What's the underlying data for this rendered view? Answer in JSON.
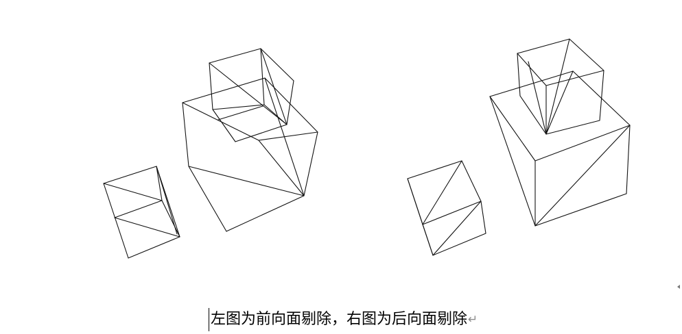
{
  "document": {
    "caption": "左图为前向面剔除，右图为后向面剔除",
    "paragraph_mark": "↵"
  },
  "figures": [
    {
      "id": "front-face-culling",
      "edges": [
        [
          305,
          92,
          380,
          71
        ],
        [
          305,
          92,
          310,
          160
        ],
        [
          380,
          71,
          385,
          153
        ],
        [
          380,
          71,
          428,
          118
        ],
        [
          428,
          118,
          418,
          182
        ],
        [
          310,
          160,
          385,
          153
        ],
        [
          385,
          153,
          418,
          182
        ],
        [
          305,
          92,
          418,
          182
        ],
        [
          380,
          71,
          418,
          182
        ],
        [
          310,
          160,
          343,
          207
        ],
        [
          343,
          207,
          418,
          182
        ],
        [
          318,
          175,
          383,
          155
        ],
        [
          266,
          150,
          386,
          114
        ],
        [
          266,
          150,
          275,
          243
        ],
        [
          386,
          114,
          443,
          286
        ],
        [
          386,
          114,
          463,
          193
        ],
        [
          463,
          193,
          443,
          286
        ],
        [
          275,
          243,
          443,
          286
        ],
        [
          275,
          243,
          330,
          338
        ],
        [
          330,
          338,
          443,
          286
        ],
        [
          266,
          150,
          377,
          205
        ],
        [
          377,
          205,
          463,
          193
        ],
        [
          377,
          205,
          443,
          286
        ],
        [
          151,
          268,
          228,
          243
        ],
        [
          151,
          268,
          187,
          377
        ],
        [
          228,
          243,
          262,
          346
        ],
        [
          187,
          377,
          262,
          346
        ],
        [
          151,
          268,
          236,
          293
        ],
        [
          167,
          318,
          236,
          293
        ],
        [
          167,
          318,
          262,
          346
        ],
        [
          228,
          243,
          236,
          293
        ],
        [
          236,
          293,
          262,
          346
        ],
        [
          228,
          243,
          258,
          342
        ]
      ]
    },
    {
      "id": "back-face-culling",
      "edges": [
        [
          754,
          78,
          830,
          57
        ],
        [
          754,
          78,
          758,
          140
        ],
        [
          830,
          57,
          880,
          103
        ],
        [
          754,
          78,
          796,
          125
        ],
        [
          796,
          125,
          880,
          103
        ],
        [
          796,
          125,
          796,
          196
        ],
        [
          880,
          103,
          874,
          176
        ],
        [
          796,
          196,
          874,
          176
        ],
        [
          758,
          140,
          796,
          196
        ],
        [
          830,
          57,
          796,
          196
        ],
        [
          770,
          90,
          796,
          196
        ],
        [
          796,
          196,
          835,
          104
        ],
        [
          714,
          141,
          835,
          104
        ],
        [
          714,
          141,
          780,
          235
        ],
        [
          835,
          104,
          918,
          183
        ],
        [
          780,
          235,
          918,
          183
        ],
        [
          714,
          141,
          780,
          330
        ],
        [
          780,
          235,
          780,
          330
        ],
        [
          918,
          183,
          913,
          283
        ],
        [
          780,
          330,
          913,
          283
        ],
        [
          780,
          330,
          918,
          183
        ],
        [
          594,
          261,
          673,
          235
        ],
        [
          594,
          261,
          631,
          373
        ],
        [
          673,
          235,
          701,
          294
        ],
        [
          594,
          261,
          616,
          328
        ],
        [
          616,
          328,
          701,
          294
        ],
        [
          701,
          294,
          708,
          341
        ],
        [
          631,
          373,
          708,
          341
        ],
        [
          616,
          328,
          631,
          373
        ],
        [
          616,
          328,
          673,
          235
        ],
        [
          631,
          373,
          701,
          294
        ]
      ]
    }
  ]
}
